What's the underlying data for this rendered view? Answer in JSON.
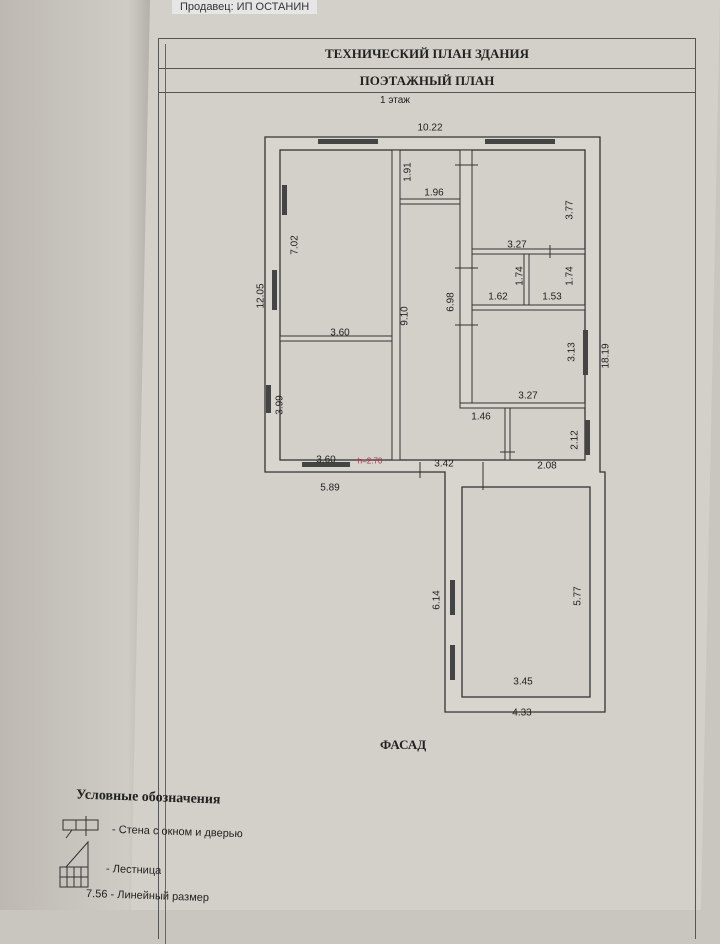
{
  "header": {
    "seller": "Продавец: ИП ОСТАНИН",
    "title": "ТЕХНИЧЕСКИЙ ПЛАН ЗДАНИЯ",
    "subtitle": "ПОЭТАЖНЫЙ ПЛАН",
    "floor": "1 этаж"
  },
  "plan": {
    "dimensions": {
      "top_width": "10.22",
      "d_1_91": "1.91",
      "d_1_96": "1.96",
      "d_3_77": "3.77",
      "d_7_02": "7.02",
      "d_3_27_top": "3.27",
      "d_12_05": "12.05",
      "d_1_74_a": "1.74",
      "d_1_74_b": "1.74",
      "d_6_98": "6.98",
      "d_1_62": "1.62",
      "d_1_53": "1.53",
      "d_9_10": "9.10",
      "d_3_60_top": "3.60",
      "d_3_13": "3.13",
      "d_18_19": "18.19",
      "d_3_27_bottom": "3.27",
      "d_3_99": "3.99",
      "d_1_46": "1.46",
      "d_2_12": "2.12",
      "d_3_60_bottom": "3.60",
      "height": "h=2.70",
      "d_3_42": "3.42",
      "d_2_08": "2.08",
      "d_5_89": "5.89",
      "d_6_14": "6.14",
      "d_5_77": "5.77",
      "d_3_45": "3.45",
      "d_4_33": "4.33"
    },
    "facade_label": "ФАСАД"
  },
  "legend": {
    "title": "Условные обозначения",
    "wall": "- Стена с окном и дверью",
    "stairs": "- Лестница",
    "linear": "7.56 -  Линейный размер"
  },
  "colors": {
    "paper": "#d3d0ca",
    "line": "#333333",
    "height_text": "#b03040"
  }
}
